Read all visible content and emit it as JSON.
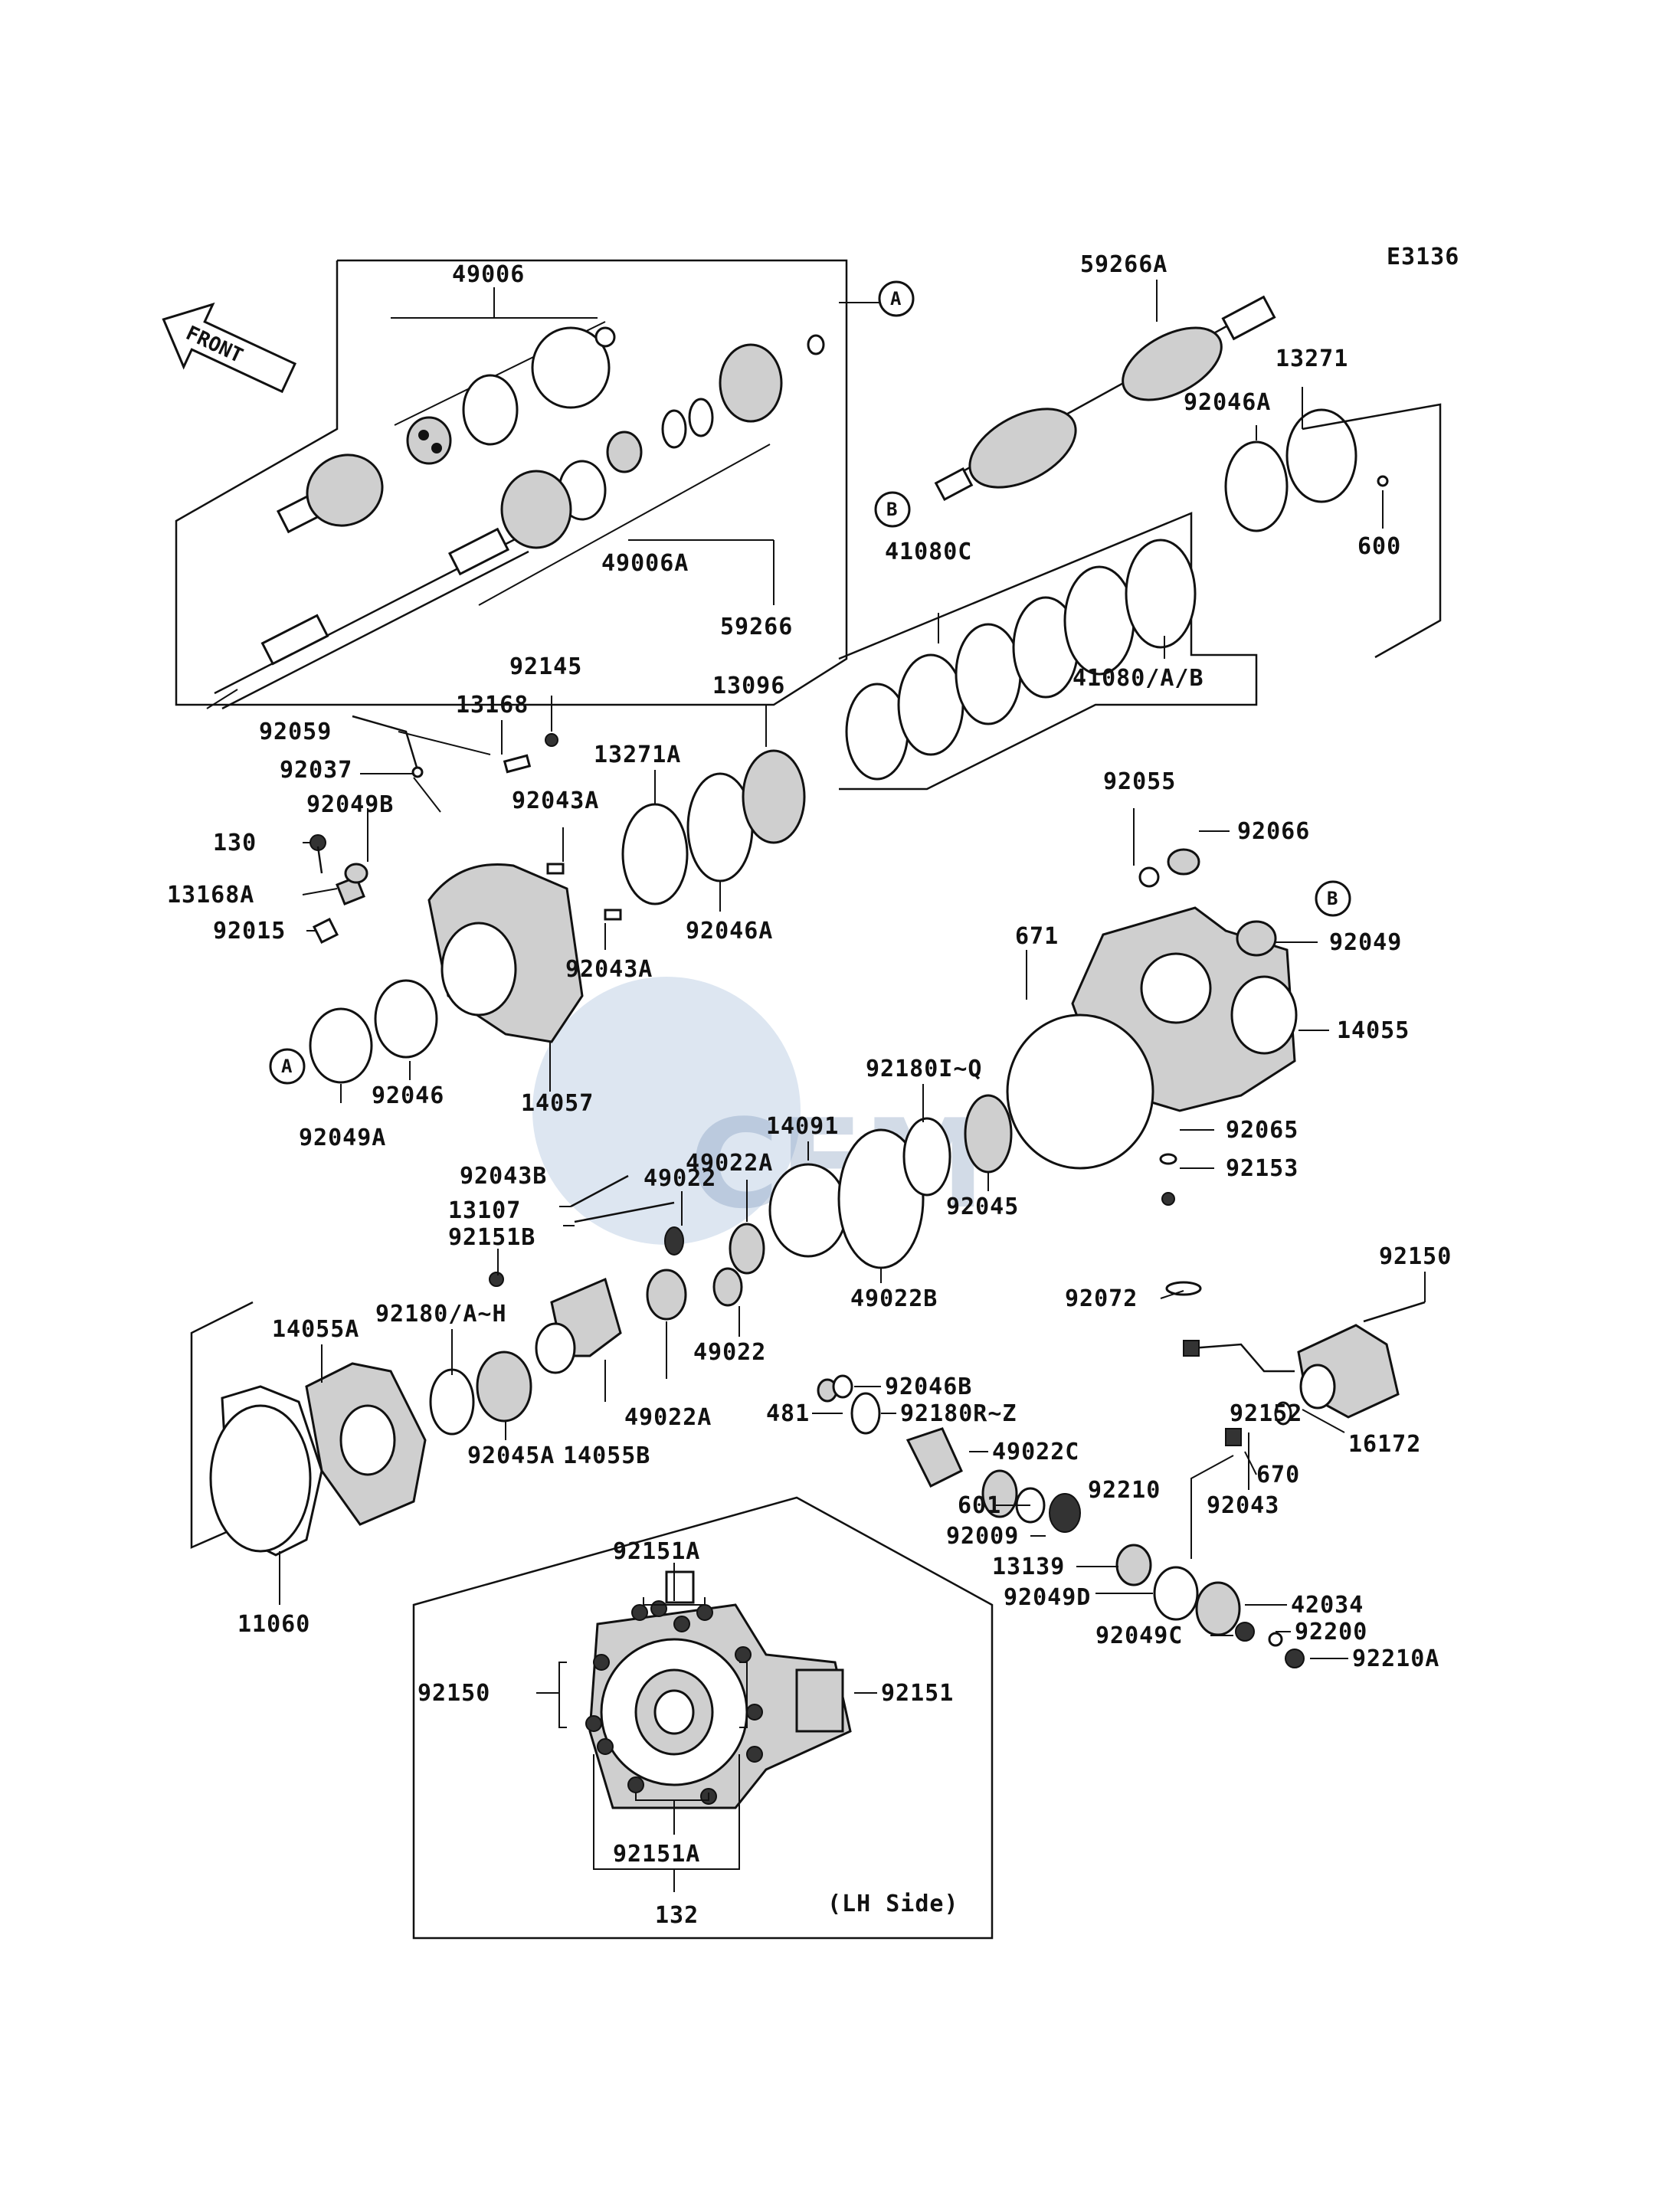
{
  "diagram_code": "E3136",
  "front_arrow": "FRONT",
  "caption_lh_side": "(LH Side)",
  "ref_markers": [
    "A",
    "B"
  ],
  "part_labels": {
    "p49006": "49006",
    "p49006A": "49006A",
    "p59266": "59266",
    "p59266A": "59266A",
    "p13271": "13271",
    "p92046A_top": "92046A",
    "p600": "600",
    "p41080C": "41080C",
    "p41080AB": "41080/A/B",
    "p92145": "92145",
    "p13168": "13168",
    "p92059": "92059",
    "p92037": "92037",
    "p92049B": "92049B",
    "p130": "130",
    "p13168A": "13168A",
    "p92015": "92015",
    "p13096": "13096",
    "p13271A": "13271A",
    "p92043A_top": "92043A",
    "p92043A_mid": "92043A",
    "p92046A_mid": "92046A",
    "p92055": "92055",
    "p92066": "92066",
    "p92049": "92049",
    "p671": "671",
    "p14055": "14055",
    "p92046": "92046",
    "p92049A": "92049A",
    "p14057": "14057",
    "p92180IQ": "92180I~Q",
    "p14091": "14091",
    "p49022A_top": "49022A",
    "p49022_top": "49022",
    "p92043B": "92043B",
    "p13107": "13107",
    "p92151B": "92151B",
    "p92045": "92045",
    "p92065": "92065",
    "p92153": "92153",
    "p49022B": "49022B",
    "p92150_right": "92150",
    "p92072": "92072",
    "p14055A": "14055A",
    "p92180AH": "92180/A~H",
    "p49022_bot": "49022",
    "p49022A_bot": "49022A",
    "p14055B": "14055B",
    "p92045A": "92045A",
    "p92046B": "92046B",
    "p481": "481",
    "p92180RZ": "92180R~Z",
    "p49022C": "49022C",
    "p92152": "92152",
    "p670": "670",
    "p16172": "16172",
    "p92043": "92043",
    "p601": "601",
    "p92210": "92210",
    "p92009": "92009",
    "p13139": "13139",
    "p92049D": "92049D",
    "p42034": "42034",
    "p92049C": "92049C",
    "p92200": "92200",
    "p92210A": "92210A",
    "p11060": "11060",
    "p92151A_top": "92151A",
    "p92150_inset": "92150",
    "p92151_inset": "92151",
    "p92151A_bot": "92151A",
    "p132": "132"
  }
}
